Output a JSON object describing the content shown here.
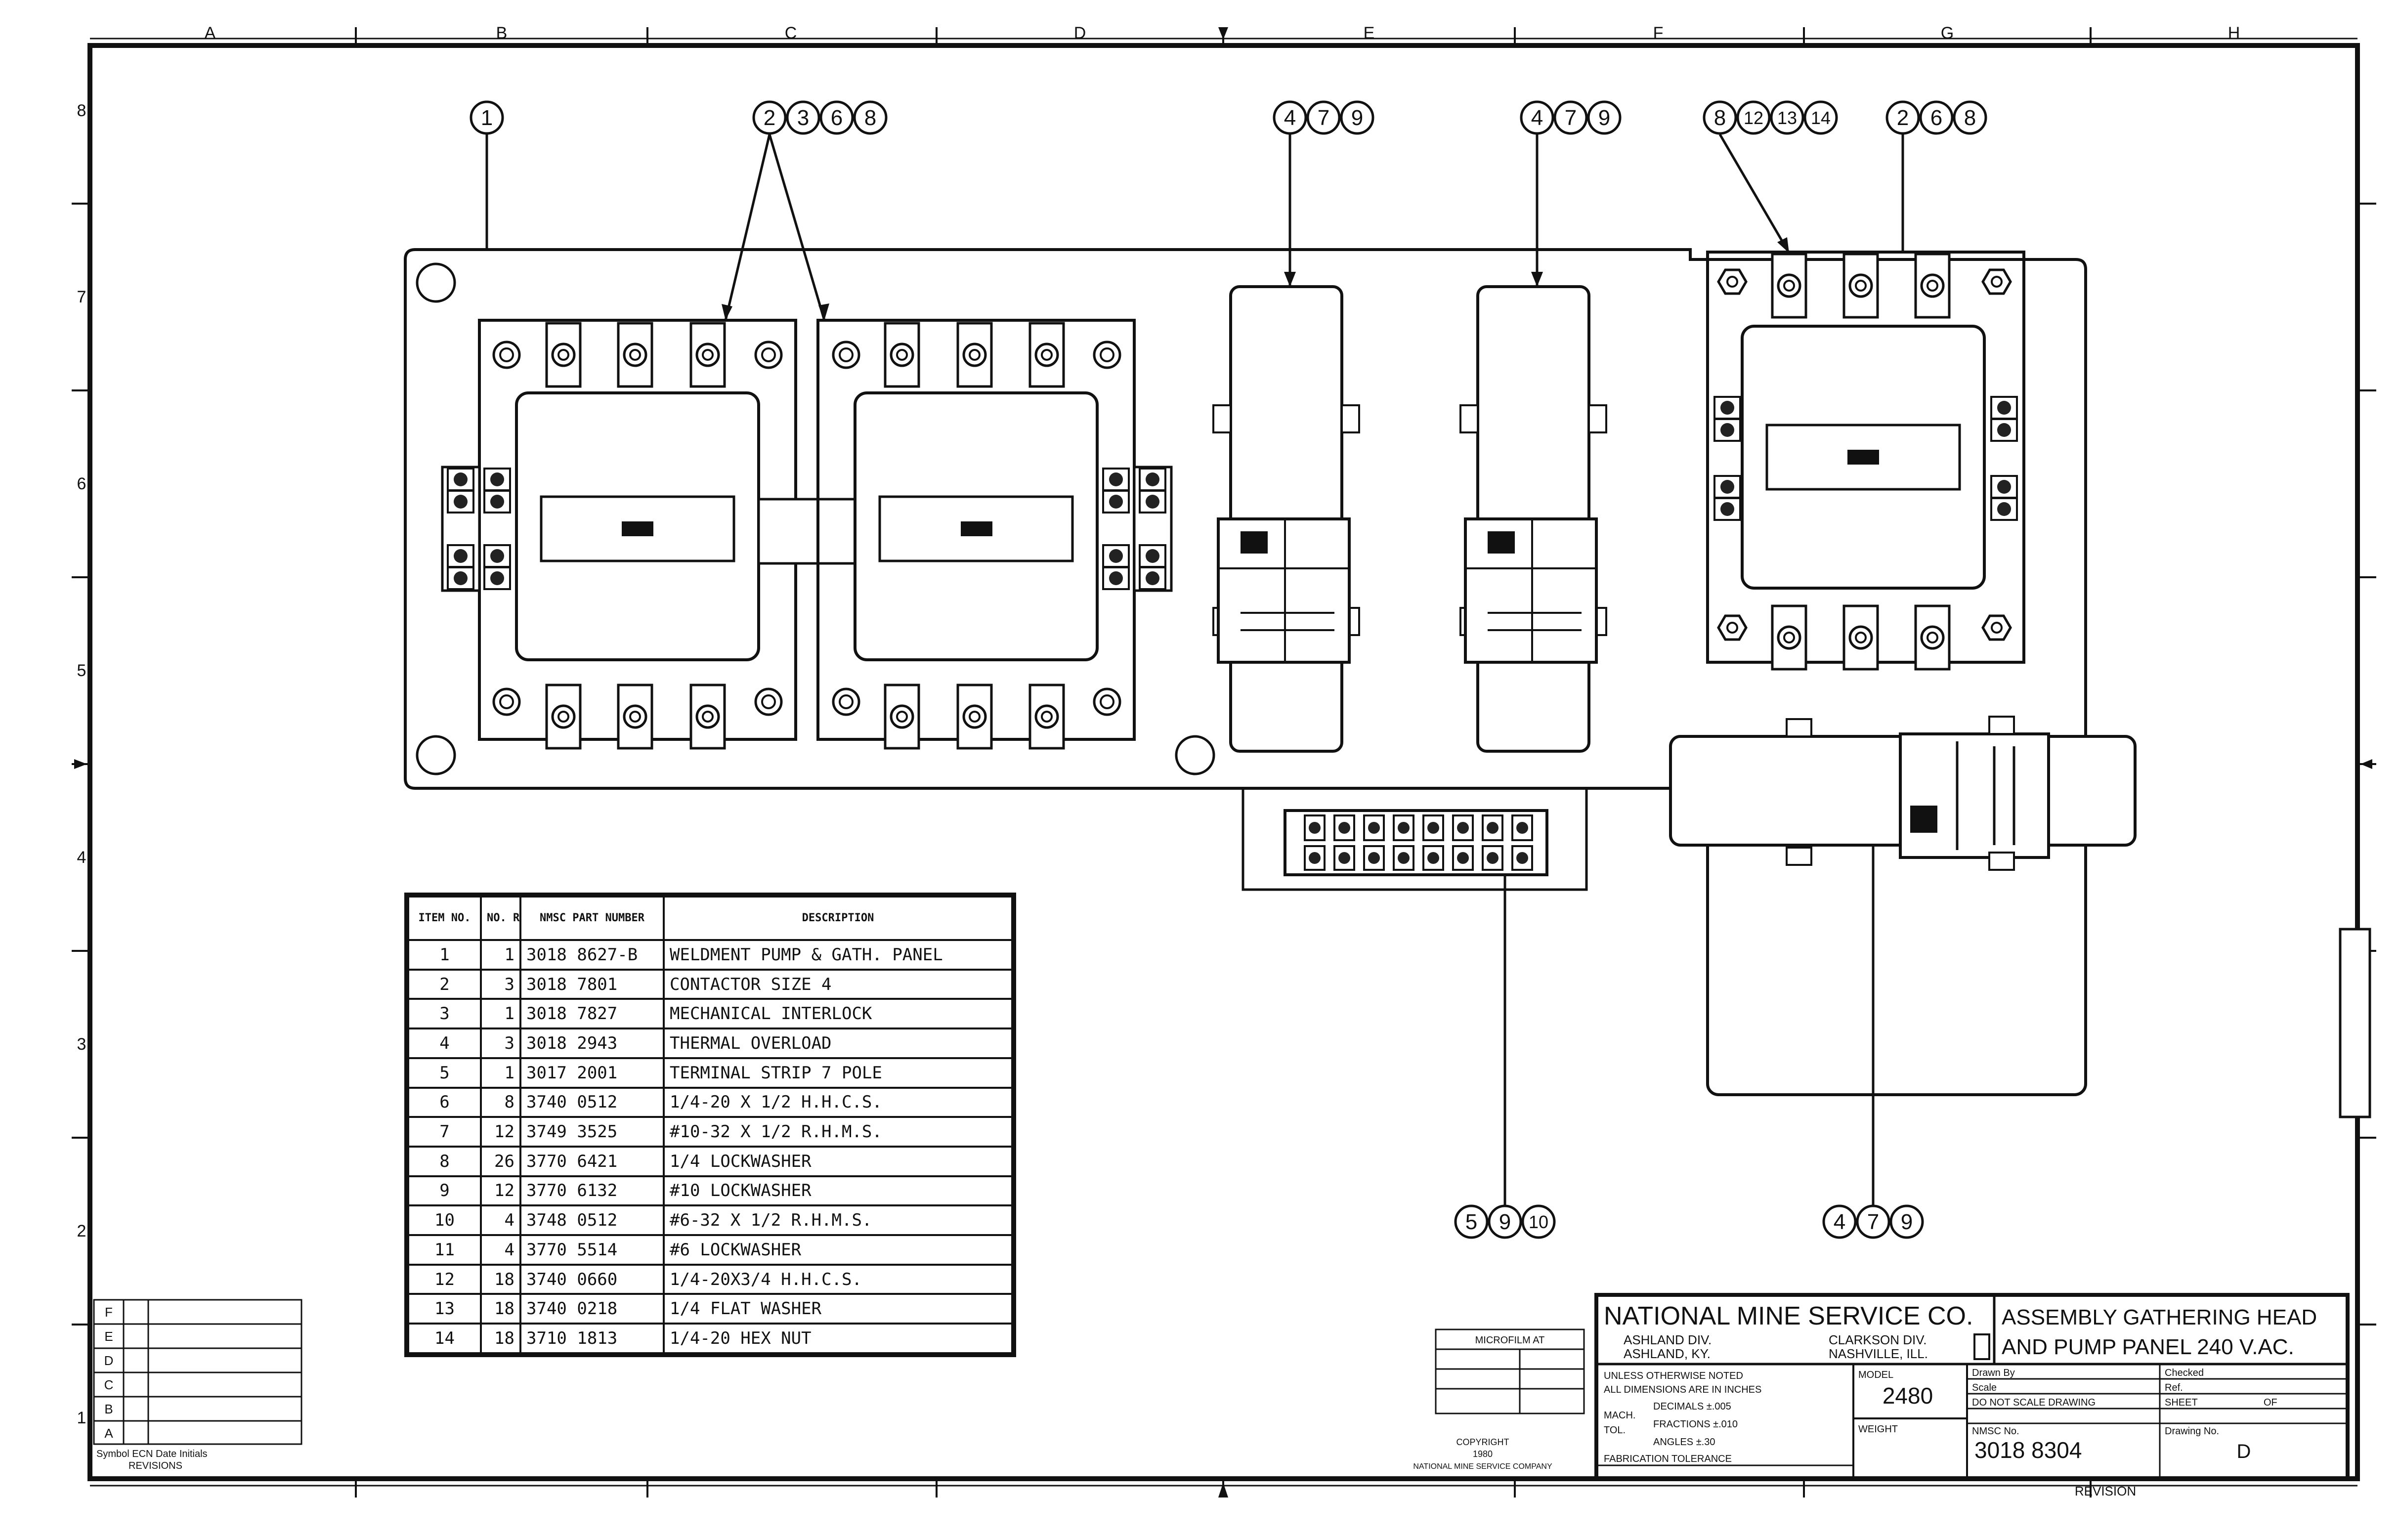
{
  "zone_columns": [
    "A",
    "B",
    "C",
    "D",
    "E",
    "F",
    "G",
    "H"
  ],
  "zone_rows": [
    "8",
    "7",
    "6",
    "5",
    "4",
    "3",
    "2",
    "1"
  ],
  "balloons": {
    "b1": [
      "1"
    ],
    "b2": [
      "2",
      "3",
      "6",
      "8"
    ],
    "b3": [
      "4",
      "7",
      "9"
    ],
    "b4": [
      "4",
      "7",
      "9"
    ],
    "b5": [
      "8",
      "12",
      "13",
      "14"
    ],
    "b6": [
      "2",
      "6",
      "8"
    ],
    "b7": [
      "5",
      "9",
      "10"
    ],
    "b8": [
      "4",
      "7",
      "9"
    ]
  },
  "bom": {
    "headers": {
      "item": "ITEM NO.",
      "qty": "NO. REQD.",
      "part": "NMSC PART NUMBER",
      "desc": "DESCRIPTION"
    },
    "rows": [
      {
        "item": "1",
        "qty": "1",
        "part": "3018 8627-B",
        "desc": "WELDMENT PUMP & GATH. PANEL"
      },
      {
        "item": "2",
        "qty": "3",
        "part": "3018 7801",
        "desc": "CONTACTOR SIZE 4"
      },
      {
        "item": "3",
        "qty": "1",
        "part": "3018 7827",
        "desc": "MECHANICAL INTERLOCK"
      },
      {
        "item": "4",
        "qty": "3",
        "part": "3018 2943",
        "desc": "THERMAL OVERLOAD"
      },
      {
        "item": "5",
        "qty": "1",
        "part": "3017 2001",
        "desc": "TERMINAL STRIP 7 POLE"
      },
      {
        "item": "6",
        "qty": "8",
        "part": "3740 0512",
        "desc": "1/4-20 X 1/2 H.H.C.S."
      },
      {
        "item": "7",
        "qty": "12",
        "part": "3749 3525",
        "desc": "#10-32 X 1/2 R.H.M.S."
      },
      {
        "item": "8",
        "qty": "26",
        "part": "3770 6421",
        "desc": "1/4 LOCKWASHER"
      },
      {
        "item": "9",
        "qty": "12",
        "part": "3770 6132",
        "desc": "#10 LOCKWASHER"
      },
      {
        "item": "10",
        "qty": "4",
        "part": "3748 0512",
        "desc": "#6-32 X 1/2 R.H.M.S."
      },
      {
        "item": "11",
        "qty": "4",
        "part": "3770 5514",
        "desc": "#6 LOCKWASHER"
      },
      {
        "item": "12",
        "qty": "18",
        "part": "3740 0660",
        "desc": "1/4-20X3/4 H.H.C.S."
      },
      {
        "item": "13",
        "qty": "18",
        "part": "3740 0218",
        "desc": "1/4 FLAT WASHER"
      },
      {
        "item": "14",
        "qty": "18",
        "part": "3710 1813",
        "desc": "1/4-20 HEX NUT"
      }
    ]
  },
  "title_block": {
    "company": "NATIONAL MINE SERVICE CO.",
    "div_left_1": "ASHLAND DIV.",
    "div_left_2": "ASHLAND, KY.",
    "div_right_1": "CLARKSON DIV.",
    "div_right_2": "NASHVILLE, ILL.",
    "title_1": "ASSEMBLY GATHERING HEAD",
    "title_2": "AND PUMP PANEL 240 V.AC.",
    "tol_1": "UNLESS OTHERWISE NOTED",
    "tol_2": "ALL DIMENSIONS ARE IN INCHES",
    "tol_mach": "MACH.",
    "tol_tol": "TOL.",
    "tol_dec": "DECIMALS ±.005",
    "tol_frac": "FRACTIONS ±.010",
    "tol_ang": "ANGLES ±.30",
    "fab_tol": "FABRICATION TOLERANCE",
    "model_label": "MODEL",
    "model": "2480",
    "weight_label": "WEIGHT",
    "drawn_by": "Drawn By",
    "scale": "Scale",
    "no_scale": "DO NOT SCALE DRAWING",
    "checked": "Checked",
    "ref": "Ref.",
    "sheet": "SHEET",
    "of": "OF",
    "nmsc_no_label": "NMSC No.",
    "nmsc_no": "3018 8304",
    "drawing_no_label": "Drawing No.",
    "drawing_no": "D",
    "copyright_1": "COPYRIGHT",
    "copyright_2": "1980",
    "copyright_3": "NATIONAL MINE SERVICE COMPANY",
    "microfilm": "MICROFILM AT",
    "revision": "REVISION"
  },
  "revision_block": {
    "letters": [
      "F",
      "E",
      "D",
      "C",
      "B",
      "A"
    ],
    "footer": "Symbol ECN Date Initials",
    "label": "REVISIONS"
  }
}
